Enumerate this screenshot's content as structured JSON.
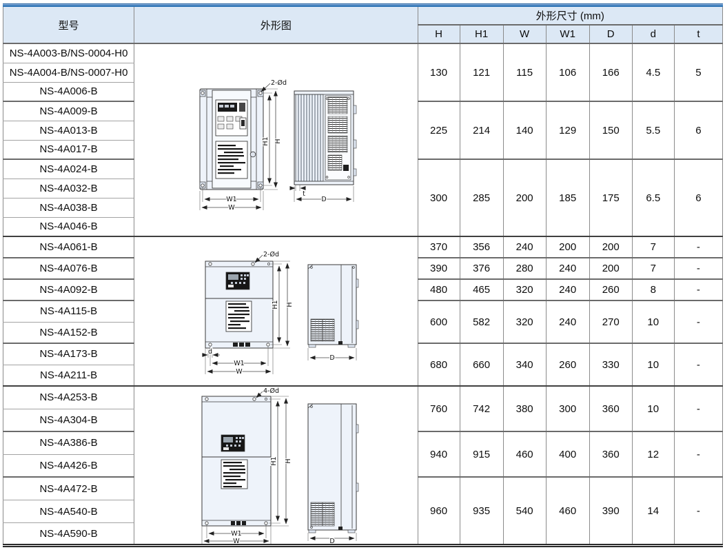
{
  "header": {
    "model_col": "型号",
    "outline_col": "外形图",
    "dims_group": "外形尺寸 (mm)",
    "dim_cols": [
      "H",
      "H1",
      "W",
      "W1",
      "D",
      "d",
      "t"
    ]
  },
  "table": {
    "sections": [
      {
        "labels": {
          "callout": "2-Ød",
          "H": "H",
          "H1": "H1",
          "W": "W",
          "W1": "W1",
          "D": "D",
          "t": "t"
        },
        "model_groups": [
          {
            "models": [
              "NS-4A003-B/NS-0004-H0",
              "NS-4A004-B/NS-0007-H0",
              "NS-4A006-B"
            ],
            "dims": [
              "130",
              "121",
              "115",
              "106",
              "166",
              "4.5",
              "5"
            ]
          },
          {
            "models": [
              "NS-4A009-B",
              "NS-4A013-B",
              "NS-4A017-B"
            ],
            "dims": [
              "225",
              "214",
              "140",
              "129",
              "150",
              "5.5",
              "6"
            ]
          },
          {
            "models": [
              "NS-4A024-B",
              "NS-4A032-B",
              "NS-4A038-B",
              "NS-4A046-B"
            ],
            "dims": [
              "300",
              "285",
              "200",
              "185",
              "175",
              "6.5",
              "6"
            ]
          }
        ]
      },
      {
        "labels": {
          "callout": "2-Ød",
          "H": "H",
          "H1": "H1",
          "W": "W",
          "W1": "W1",
          "D": "D",
          "d": "d"
        },
        "model_groups": [
          {
            "models": [
              "NS-4A061-B"
            ],
            "dims": [
              "370",
              "356",
              "240",
              "200",
              "200",
              "7",
              "-"
            ]
          },
          {
            "models": [
              "NS-4A076-B"
            ],
            "dims": [
              "390",
              "376",
              "280",
              "240",
              "200",
              "7",
              "-"
            ]
          },
          {
            "models": [
              "NS-4A092-B"
            ],
            "dims": [
              "480",
              "465",
              "320",
              "240",
              "260",
              "8",
              "-"
            ]
          },
          {
            "models": [
              "NS-4A115-B",
              "NS-4A152-B"
            ],
            "dims": [
              "600",
              "582",
              "320",
              "240",
              "270",
              "10",
              "-"
            ]
          },
          {
            "models": [
              "NS-4A173-B",
              "NS-4A211-B"
            ],
            "dims": [
              "680",
              "660",
              "340",
              "260",
              "330",
              "10",
              "-"
            ]
          }
        ]
      },
      {
        "labels": {
          "callout": "4-Ød",
          "H": "H",
          "H1": "H1",
          "W": "W",
          "W1": "W1",
          "D": "D"
        },
        "model_groups": [
          {
            "models": [
              "NS-4A253-B",
              "NS-4A304-B"
            ],
            "dims": [
              "760",
              "742",
              "380",
              "300",
              "360",
              "10",
              "-"
            ]
          },
          {
            "models": [
              "NS-4A386-B",
              "NS-4A426-B"
            ],
            "dims": [
              "940",
              "915",
              "460",
              "400",
              "360",
              "12",
              "-"
            ]
          },
          {
            "models": [
              "NS-4A472-B",
              "NS-4A540-B",
              "NS-4A590-B"
            ],
            "dims": [
              "960",
              "935",
              "540",
              "460",
              "390",
              "14",
              "-"
            ]
          }
        ]
      }
    ]
  },
  "colors": {
    "header_bg": "#dce8f5",
    "top_rule_blue": "#2e74b5",
    "border_gray": "#8a8a8a",
    "drawing_fill": "#eef3fa"
  }
}
